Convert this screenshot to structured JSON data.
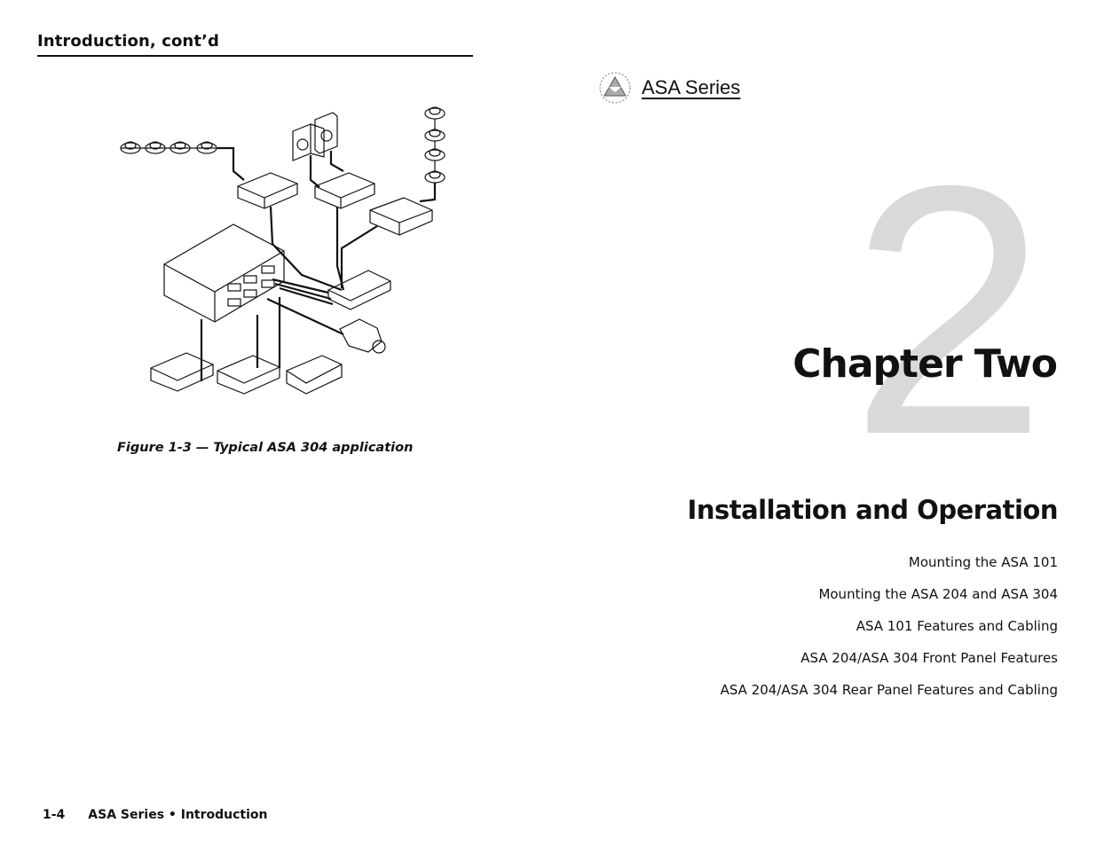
{
  "left_page": {
    "header": "Introduction, cont’d",
    "figure_caption": "Figure 1-3 — Typical ASA 304 application",
    "footer": {
      "page_number": "1-4",
      "text": "ASA Series • Introduction"
    }
  },
  "right_page": {
    "brand": "ASA Series",
    "chapter_number": "2",
    "chapter_title": "Chapter Two",
    "section_title": "Installation and Operation",
    "toc": [
      "Mounting the ASA 101",
      "Mounting the ASA 204 and ASA 304",
      "ASA 101 Features and Cabling",
      "ASA 204/ASA 304 Front Panel Features",
      "ASA 204/ASA 304 Rear Panel Features and Cabling"
    ]
  }
}
